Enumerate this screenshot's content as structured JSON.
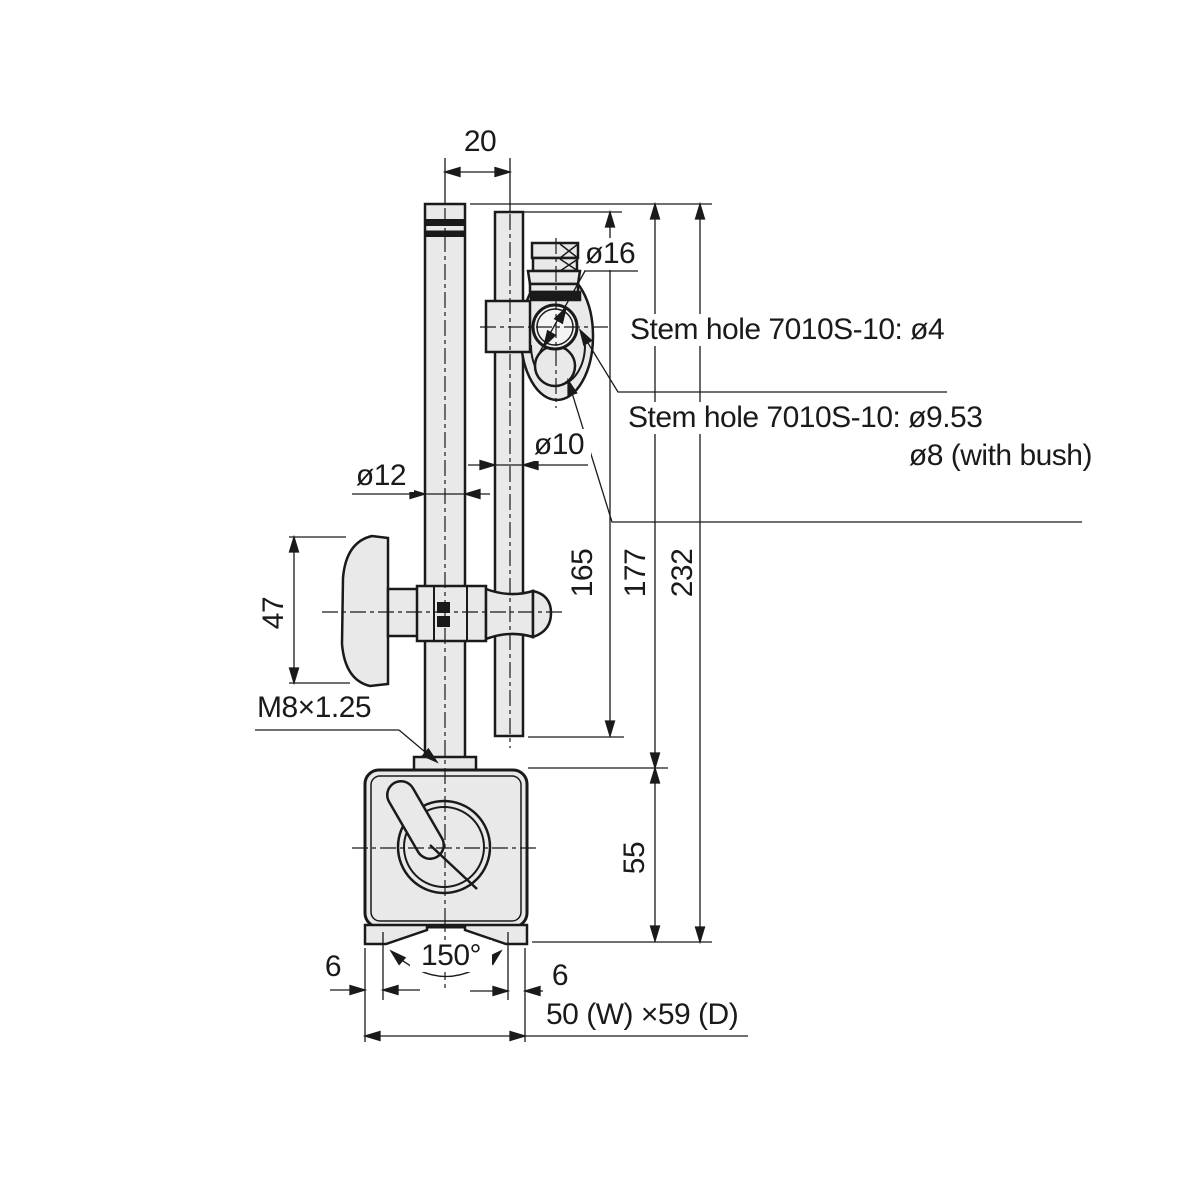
{
  "labels": {
    "top_spacing": "20",
    "boss_diameter": "ø16",
    "stem_hole_note_1": "Stem hole 7010S-10: ø4",
    "stem_hole_note_2": "Stem hole 7010S-10: ø9.53",
    "stem_hole_note_3": "ø8 (with bush)",
    "column_diameter": "ø12",
    "rod_diameter": "ø10",
    "rod_length": "165",
    "column_height": "177",
    "overall_height": "232",
    "knob_height": "47",
    "thread_spec": "M8×1.25",
    "base_height": "55",
    "foot_width_left": "6",
    "foot_width_right": "6",
    "vee_angle": "150°",
    "base_footprint": "50 (W) ×59 (D)"
  },
  "colors": {
    "line": "#1a1a1a",
    "part_fill": "#e9e9e9",
    "hole_fill": "#f4f4f4",
    "background": "#ffffff"
  }
}
